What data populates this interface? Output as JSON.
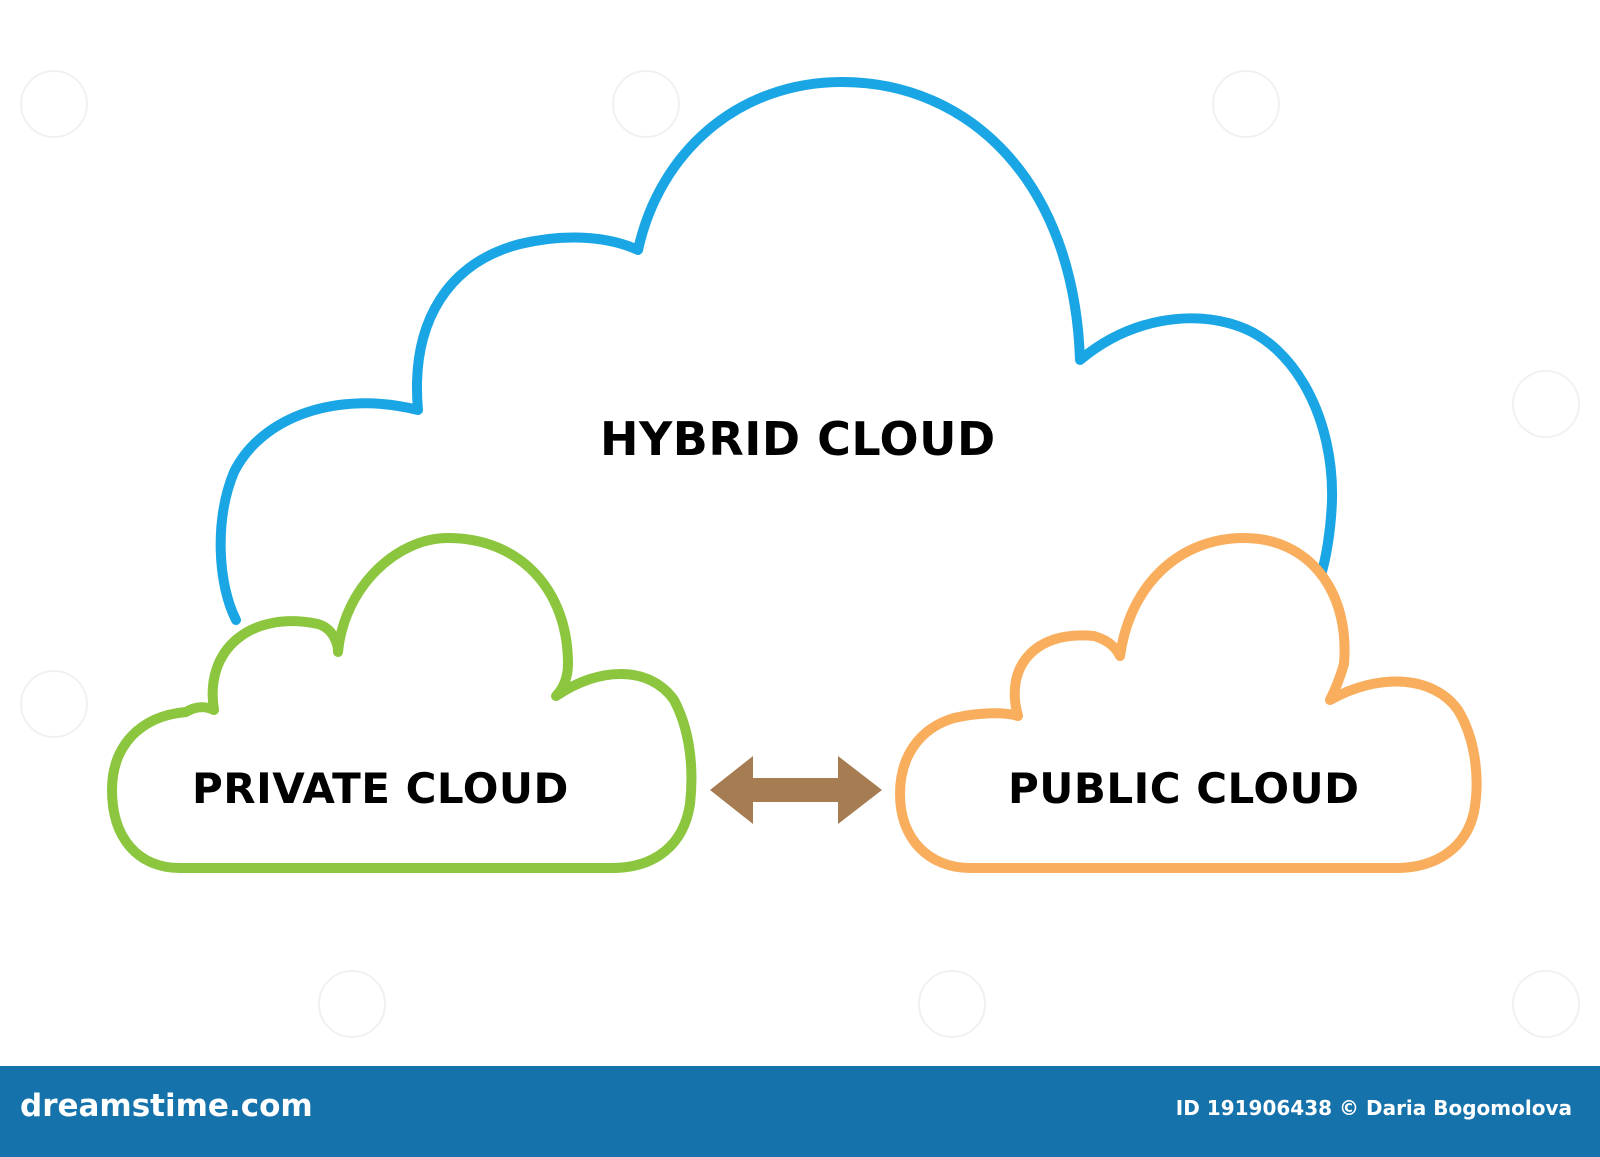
{
  "diagram": {
    "hybrid": {
      "label": "HYBRID CLOUD",
      "color": "#1aa6e4"
    },
    "private": {
      "label": "PRIVATE CLOUD",
      "color": "#8cc63f"
    },
    "public": {
      "label": "PUBLIC CLOUD",
      "color": "#f9ae5d"
    },
    "connector": {
      "type": "bidirectional-arrow",
      "color": "#a67c52"
    }
  },
  "footer": {
    "brand": "dreamstime.com",
    "credit": "ID 191906438 © Daria Bogomolova",
    "background": "#1572ab"
  }
}
